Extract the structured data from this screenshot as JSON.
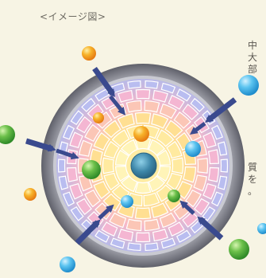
{
  "caption": "<イメージ図>",
  "side_text_top": [
    "中",
    "大",
    "部"
  ],
  "side_text_bottom": [
    "質",
    "を",
    "。"
  ],
  "colors": {
    "background": "#f7f4e4",
    "outer_ring": "#7b7c86",
    "inner_ring": "#a6a7b0",
    "arrow": "#3a4a8e",
    "core": "#4a8fb0",
    "orange_particle": "#f29a1c",
    "blue_particle": "#42b2e6",
    "green_particle": "#4aa83a"
  },
  "icons": [
    "arrow-icon",
    "orange-particle-icon",
    "blue-particle-icon",
    "green-particle-icon",
    "core-icon"
  ]
}
